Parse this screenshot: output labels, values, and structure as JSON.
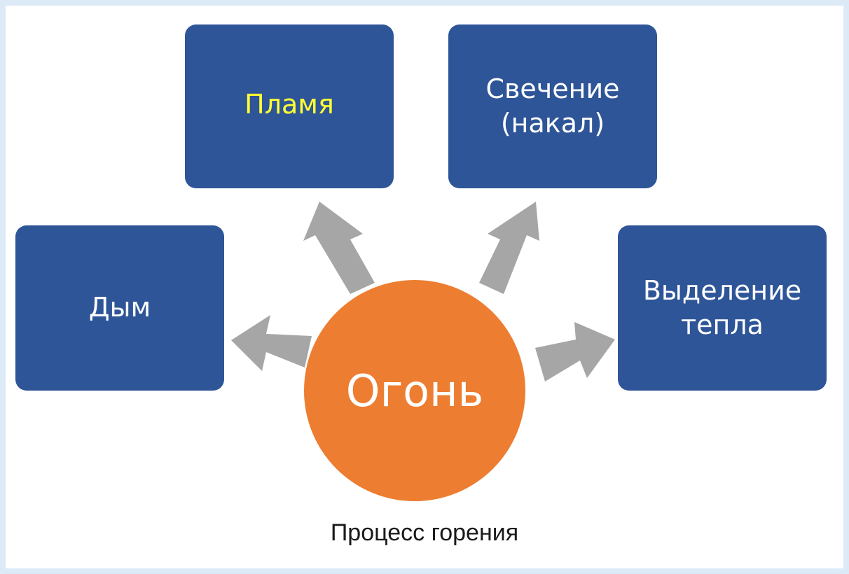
{
  "diagram": {
    "center_label": "Огонь",
    "nodes": {
      "flame": [
        "Пламя"
      ],
      "glow": [
        "Свечение",
        "(накал)"
      ],
      "smoke": [
        "Дым"
      ],
      "heat": [
        "Выделение",
        "тепла"
      ]
    },
    "caption": "Процесс горения"
  },
  "colors": {
    "box_fill": "#2e5597",
    "box_text": "#ffffff",
    "highlight_text": "#ffff33",
    "center_fill": "#ed7d31",
    "arrow_fill": "#a6a6a6",
    "page_border": "#dce9f6"
  }
}
